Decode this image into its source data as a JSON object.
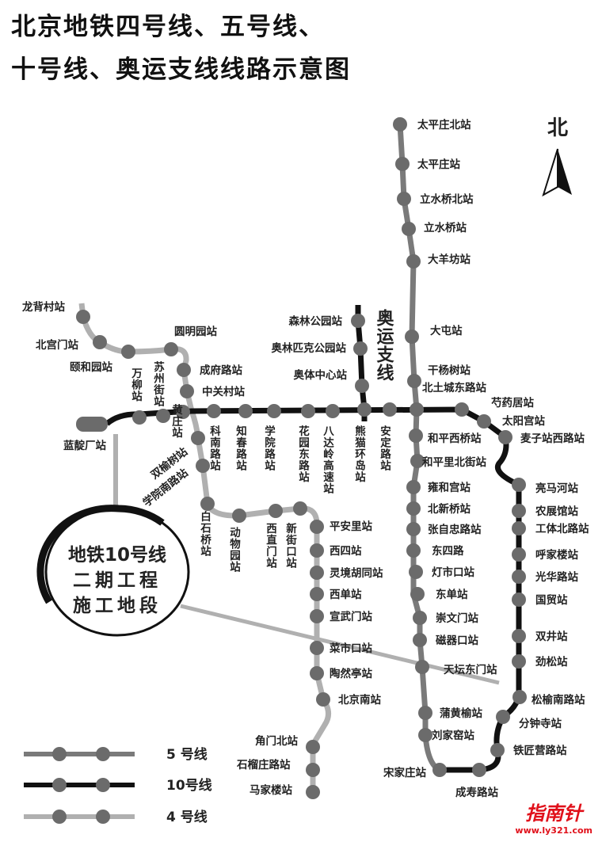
{
  "title": {
    "line1": "北京地铁四号线、五号线、",
    "line2": "十号线、奥运支线线路示意图"
  },
  "north_label": "北",
  "colors": {
    "line5": "#7a7a7a",
    "line10": "#111111",
    "line4": "#b0b0b0",
    "station": "#6b6b6b",
    "logo": "#e0101a"
  },
  "line5": {
    "stations": [
      "太平庄北站",
      "太平庄站",
      "立水桥北站",
      "立水桥站",
      "大羊坊站",
      "大屯站",
      "干杨树站",
      "北土城东路站",
      "和平西桥站",
      "和平里北街站",
      "雍和宫站",
      "北新桥站",
      "张自忠路站",
      "东四路",
      "灯市口站",
      "东单站",
      "崇文门站",
      "磁器口站",
      "天坛东门站",
      "蒲黄榆站",
      "刘家窑站",
      "宋家庄站"
    ]
  },
  "line10": {
    "stations": [
      "蓝靛厂站",
      "万柳站",
      "苏州街站",
      "黄庄站",
      "科南路站",
      "知春路站",
      "学院路站",
      "花园东路站",
      "八达岭高速站",
      "熊猫环岛站",
      "安定路站",
      "芍药居站",
      "太阳宫站",
      "麦子站西路站",
      "亮马河站",
      "农展馆站",
      "工体北路站",
      "呼家楼站",
      "光华路站",
      "国贸站",
      "双井站",
      "劲松站",
      "松榆南路站",
      "分钟寺站",
      "铁匠营路站",
      "成寿路站"
    ]
  },
  "line4": {
    "stations": [
      "龙背村站",
      "北宫门站",
      "颐和园站",
      "圆明园站",
      "成府路站",
      "中关村站",
      "双榆树站",
      "学院南路站",
      "白石桥站",
      "动物园站",
      "西直门站",
      "新街口站",
      "平安里站",
      "西四站",
      "灵境胡同站",
      "西单站",
      "宣武门站",
      "菜市口站",
      "陶然亭站",
      "北京南站",
      "角门北站",
      "石榴庄路站",
      "马家楼站"
    ]
  },
  "olympic": {
    "name": "奥运支线",
    "stations": [
      "森林公园站",
      "奥林匹克公园站",
      "奥体中心站"
    ]
  },
  "construction": {
    "line1": "地铁10号线",
    "line2": "二期工程",
    "line3": "施工地段"
  },
  "legend": [
    {
      "label": "5 号线"
    },
    {
      "label": "10号线"
    },
    {
      "label": "4 号线"
    }
  ],
  "logo": {
    "text": "指南针",
    "url": "www.ly321.com"
  }
}
